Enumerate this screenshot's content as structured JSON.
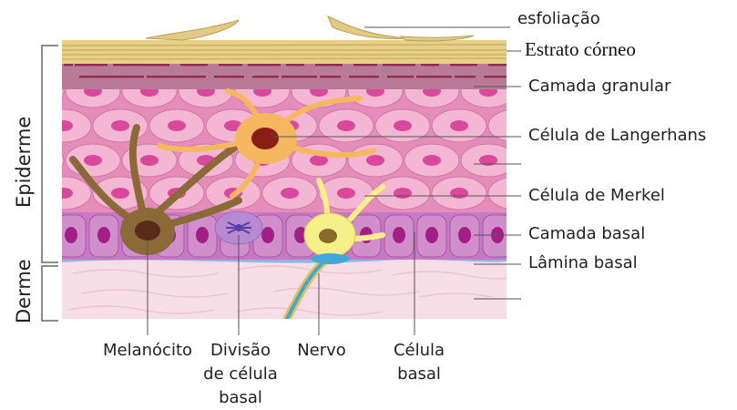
{
  "diagram": {
    "side_labels": {
      "epidermis": "Epiderme",
      "dermis": "Derme"
    },
    "right_labels": {
      "exfoliation": "esfoliação",
      "stratum_corneum": "Estrato córneo",
      "granular_layer": "Camada granular",
      "langerhans_cell": "Célula de Langerhans",
      "merkel_cell": "Célula de Merkel",
      "basal_layer": "Camada basal",
      "basal_lamina": "Lâmina basal"
    },
    "bottom_labels": {
      "melanocyte": "Melanócito",
      "basal_cell_division": [
        "Divisão",
        "de célula",
        "basal"
      ],
      "nerve": "Nervo",
      "basal_cell": [
        "Célula",
        "basal"
      ]
    },
    "colors": {
      "corneum": "#e6cf86",
      "granular": "#8a2f4d",
      "spinous_bg": "#e48dba",
      "cell": "#f3b6d3",
      "nucleus": "#d9489a",
      "basal_bg": "#c977c4",
      "basal_nucleus": "#a31f86",
      "dermis": "#f6dde6",
      "melanocyte": "#8a6a36",
      "langerhans": "#f6b85e",
      "merkel": "#f7f08a",
      "nerve": "#3ea8d8",
      "lamina": "#8fb9e0"
    }
  }
}
